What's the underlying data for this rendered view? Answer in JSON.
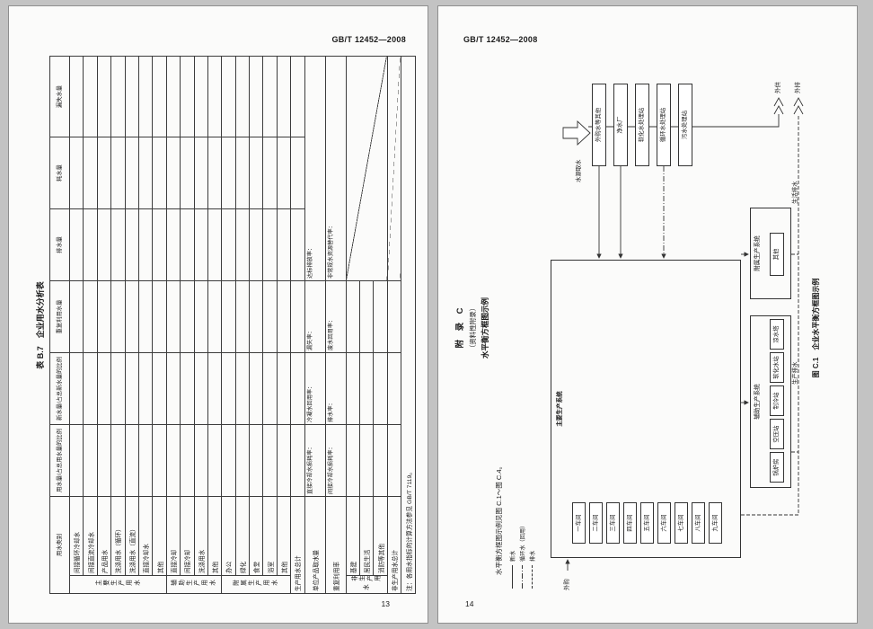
{
  "left_page": {
    "header": "GB/T 12452—2008",
    "page_number": "13",
    "table": {
      "title": "表 B.7　企业用水分析表",
      "category_header": "用水类别",
      "value_headers": [
        "用水量/占总用水量的比例",
        "新水量/占总新水量的比例",
        "重复利用水量",
        "排水量",
        "耗水量",
        "漏失水量"
      ],
      "groups": [
        {
          "name": "主要生产用水",
          "items": [
            "间接循环冷却水",
            "间接直流冷却水",
            "产品用水",
            "洗涤用水（循环）",
            "洗涤用水（直流）",
            "直接冷却水",
            "其他"
          ]
        },
        {
          "name": "辅助生产用水",
          "items": [
            "直接冷却",
            "间接冷却",
            "洗涤用水",
            "其他"
          ]
        },
        {
          "name": "附属生产用水",
          "items": [
            "办公",
            "绿化",
            "食堂",
            "浴室",
            "其他"
          ]
        }
      ],
      "totals": {
        "production_total": "生产用水总计",
        "unit_intake": "单位产品取水量",
        "reuse_rate": "重复利用率",
        "nonproduction_total": "非生产用水总计"
      },
      "rates_row1": [
        "直接冷却水损耗率：",
        "冷凝水回用率：",
        "漏失率：",
        "达标排放率："
      ],
      "rates_row2": [
        "间接冷却水损耗率：",
        "排水率：",
        "废水回用率：",
        "非常规水资源替代率："
      ],
      "nonproduction_group": {
        "name": "非生产用水",
        "items": [
          "基建",
          "居民生活",
          "消防等其他"
        ]
      },
      "note": "注：各用水指标的计算方法参见 GB/T 7119。"
    }
  },
  "right_page": {
    "header": "GB/T 12452—2008",
    "page_number": "14",
    "appendix": {
      "title_line1": "附　录　C",
      "title_line2": "（资料性附录）",
      "title_line3": "水平衡方框图示例",
      "intro": "水平衡方框图示例见图 C.1～图 C.4。",
      "figure_caption": "图 C.1　企业水平衡方框图示例"
    },
    "diagram": {
      "intake_label": "水源取水",
      "purchase_label": "外购",
      "stations": [
        "外购水等其他",
        "净水厂",
        "软化水处理站",
        "循环水处理站",
        "污水处理站"
      ],
      "main_system_label": "主要生产系统",
      "workshops": [
        "一车间",
        "二车间",
        "三车间",
        "四车间",
        "五车间",
        "六车间",
        "七车间",
        "八车间",
        "九车间"
      ],
      "aux_system_label": "辅助生产系统",
      "aux_units": [
        "锅炉房",
        "空压站",
        "制冷站",
        "软化水站",
        "凉水塔"
      ],
      "attached_system_label": "附属生产系统",
      "attached_units": [
        "其他"
      ],
      "outlet_labels": [
        "外排",
        "外供"
      ],
      "drain_labels": [
        "生产排水",
        "生活排水"
      ],
      "legend": [
        {
          "label": "新水"
        },
        {
          "label": "循环水（回用）"
        },
        {
          "label": "排水"
        }
      ]
    }
  }
}
